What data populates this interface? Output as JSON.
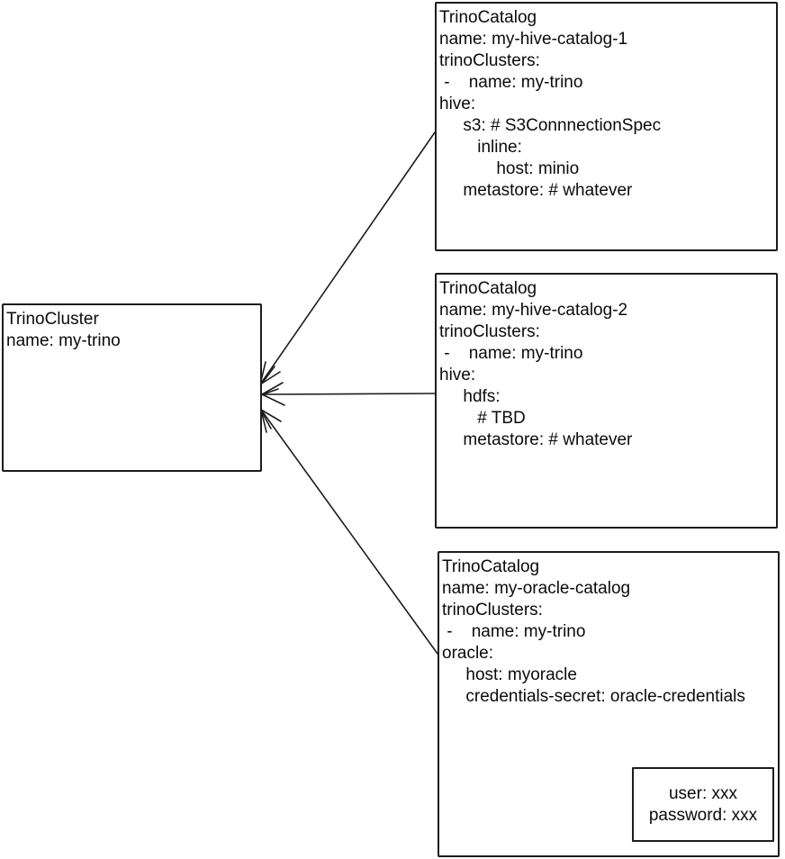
{
  "diagram": {
    "cluster": {
      "kind": "TrinoCluster",
      "body": "name: my-trino"
    },
    "catalogs": [
      {
        "kind": "TrinoCatalog",
        "body": "name: my-hive-catalog-1\ntrinoClusters:\n -    name: my-trino\nhive:\n     s3: # S3ConnnectionSpec\n        inline:\n            host: minio\n     metastore: # whatever"
      },
      {
        "kind": "TrinoCatalog",
        "body": "name: my-hive-catalog-2\ntrinoClusters:\n -    name: my-trino\nhive:\n     hdfs:\n        # TBD\n     metastore: # whatever"
      },
      {
        "kind": "TrinoCatalog",
        "body": "name: my-oracle-catalog\ntrinoClusters:\n -    name: my-trino\noracle:\n     host: myoracle\n     credentials-secret: oracle-credentials"
      }
    ],
    "secret": {
      "body": "user: xxx\npassword: xxx"
    },
    "colors": {
      "stroke": "#1c1c1c",
      "text": "#0b0b0b",
      "background": "#ffffff"
    }
  }
}
